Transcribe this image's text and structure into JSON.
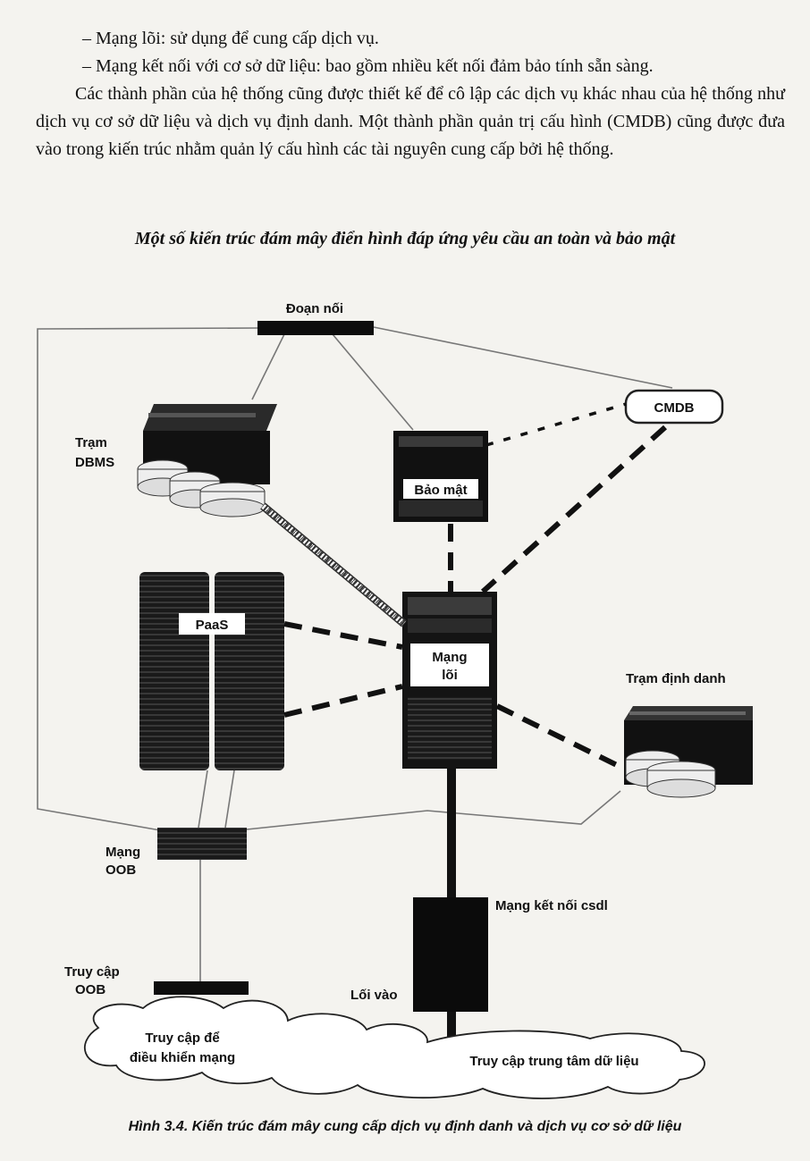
{
  "paragraphs": [
    "– Mạng lõi: sử dụng để cung cấp dịch vụ.",
    "– Mạng kết nối với cơ sở dữ liệu: bao gồm nhiều kết nối đảm bảo tính sẵn sàng.",
    "Các thành phần của hệ thống cũng được thiết kế để cô lập các dịch vụ khác nhau của hệ thống như dịch vụ cơ sở dữ liệu và dịch vụ định danh. Một thành phần quản trị cấu hình (CMDB) cũng được đưa vào trong kiến trúc nhằm quản lý cấu hình các tài nguyên cung cấp bởi hệ thống."
  ],
  "section_title": "Một số kiến trúc đám mây điển hình đáp ứng yêu cầu an toàn và bảo mật",
  "diagram": {
    "doan_noi": "Đoạn nối",
    "cmdb": "CMDB",
    "tram": "Trạm",
    "dbms": "DBMS",
    "bao_mat": "Bảo mật",
    "paas": "PaaS",
    "mang": "Mạng",
    "loi": "lõi",
    "tram_dinh_danh": "Trạm định danh",
    "mang_oob_1": "Mạng",
    "mang_oob_2": "OOB",
    "mang_ket_noi_csdl": "Mạng kết nối csdl",
    "truy_cap_oob_1": "Truy cập",
    "truy_cap_oob_2": "OOB",
    "loi_vao": "Lối vào",
    "cloud_left_1": "Truy cập để",
    "cloud_left_2": "điều khiển mạng",
    "cloud_right": "Truy cập trung tâm dữ liệu"
  },
  "caption": "Hình 3.4. Kiến trúc đám mây cung cấp dịch vụ định danh và dịch vụ cơ sở dữ liệu"
}
